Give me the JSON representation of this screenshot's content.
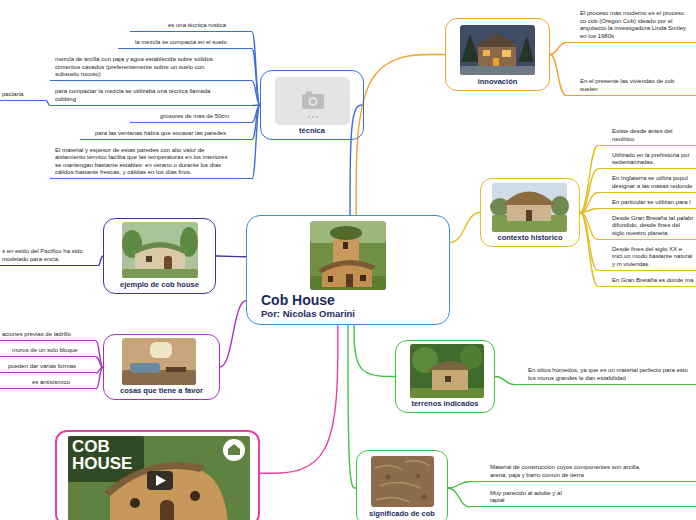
{
  "diagram": {
    "nodes": [
      {
        "text": [
          "Cob House",
          "Por: Nicolas Omarini"
        ]
      },
      {
        "text": [
          "técnica"
        ]
      },
      {
        "text": [
          "es una técnica rustica"
        ]
      },
      {
        "text": [
          "la mezcla se compacta en el suelo"
        ]
      },
      {
        "text": [
          "mezcla de arcilla con paja y agua establecida sobre sólidos cimientos cavados (preferentemente sobre un suelo con subsuelo rocoso)"
        ]
      },
      {
        "text": [
          "para compactar la mezcla se utilizaba una técnica llamada cobbing"
        ]
      },
      {
        "text": [
          "pactaria"
        ]
      },
      {
        "text": [
          "grosores de mas de 50cm"
        ]
      },
      {
        "text": [
          "para las ventanas había que excavar las paredes"
        ]
      },
      {
        "text": [
          "El material y espesor de estas paredes con alto valor de aislamiento térmico facilita que las temperaturas en los interiores se mantengan bastante estables: en verano o durante los días cálidos bastante frescas, y cálidas en los días fríos."
        ]
      },
      {
        "text": [
          "innovación"
        ]
      },
      {
        "text": [
          "El proceso más moderno es el proceso co cob (Oregon Cob) ideado por el arquitecto la investigadora Linda Smiley en los 1980s"
        ]
      },
      {
        "text": [
          "En el presente las viviendas de cob suelen"
        ]
      },
      {
        "text": [
          "contexto historico"
        ]
      },
      {
        "text": [
          "Existe desde antes del neolítico"
        ]
      },
      {
        "text": [
          "Utilizado en la prehistoria por sedentarizadas."
        ]
      },
      {
        "text": [
          "En Inglaterra se utiliza popul designar a las masas redonde"
        ]
      },
      {
        "text": [
          "En particular se utilizan para l"
        ]
      },
      {
        "text": [
          "Desde Gran Bretaña tal palabr difundido, desde fines del siglo nuestro planeta."
        ]
      },
      {
        "text": [
          "Desde fines del siglo XX e inici un modo bastante natural y m viviendas."
        ]
      },
      {
        "text": [
          "En Gran Bretaña es donde ma"
        ]
      },
      {
        "text": [
          "ejemplo de cob house"
        ]
      },
      {
        "text": [
          "s en estilo del Pacífico ha sido modelado para encia."
        ]
      },
      {
        "text": [
          "terrenos indicados"
        ]
      },
      {
        "text": [
          "En sitios húmedos, ya que es un material perfecto para esto los muros grandes le dan estabilidad"
        ]
      },
      {
        "text": [
          "cosas que tiene a favor"
        ]
      },
      {
        "text": [
          "aciones previas de ladrillo"
        ]
      },
      {
        "text": [
          "muros de un solo bloque"
        ]
      },
      {
        "text": [
          "pueden dar varias formas"
        ]
      },
      {
        "text": [
          "es antisísmico"
        ]
      },
      {
        "text": [
          "COB HOUSE"
        ]
      },
      {
        "text": [
          "significado de cob"
        ]
      },
      {
        "text": [
          "Material de construcción cuyos componentes son arcilla, arena, paja y barro común de tierra"
        ]
      },
      {
        "text": [
          "Muy parecido al adobe y al tapial"
        ]
      }
    ],
    "edges": [
      {
        "from": 0,
        "to": 1,
        "arrow": "none"
      },
      {
        "from": 0,
        "to": 10,
        "arrow": "none"
      },
      {
        "from": 0,
        "to": 13,
        "arrow": "none"
      },
      {
        "from": 0,
        "to": 21,
        "arrow": "none"
      },
      {
        "from": 0,
        "to": 23,
        "arrow": "none"
      },
      {
        "from": 0,
        "to": 25,
        "arrow": "none"
      },
      {
        "from": 0,
        "to": 30,
        "arrow": "none"
      },
      {
        "from": 0,
        "to": 31,
        "arrow": "none"
      },
      {
        "from": 1,
        "to": 2,
        "arrow": "none"
      },
      {
        "from": 1,
        "to": 3,
        "arrow": "none"
      },
      {
        "from": 1,
        "to": 4,
        "arrow": "none"
      },
      {
        "from": 1,
        "to": 5,
        "arrow": "none"
      },
      {
        "from": 1,
        "to": 7,
        "arrow": "none"
      },
      {
        "from": 1,
        "to": 8,
        "arrow": "none"
      },
      {
        "from": 1,
        "to": 9,
        "arrow": "none"
      },
      {
        "from": 5,
        "to": 6,
        "arrow": "none"
      },
      {
        "from": 10,
        "to": 11,
        "arrow": "none"
      },
      {
        "from": 10,
        "to": 12,
        "arrow": "none"
      },
      {
        "from": 13,
        "to": 14,
        "arrow": "none"
      },
      {
        "from": 13,
        "to": 15,
        "arrow": "none"
      },
      {
        "from": 13,
        "to": 16,
        "arrow": "none"
      },
      {
        "from": 13,
        "to": 17,
        "arrow": "none"
      },
      {
        "from": 13,
        "to": 18,
        "arrow": "none"
      },
      {
        "from": 13,
        "to": 19,
        "arrow": "none"
      },
      {
        "from": 13,
        "to": 20,
        "arrow": "none"
      },
      {
        "from": 21,
        "to": 22,
        "arrow": "none"
      },
      {
        "from": 23,
        "to": 24,
        "arrow": "none"
      },
      {
        "from": 25,
        "to": 26,
        "arrow": "none"
      },
      {
        "from": 25,
        "to": 27,
        "arrow": "none"
      },
      {
        "from": 25,
        "to": 28,
        "arrow": "none"
      },
      {
        "from": 25,
        "to": 29,
        "arrow": "none"
      },
      {
        "from": 31,
        "to": 32,
        "arrow": "none"
      },
      {
        "from": 31,
        "to": 33,
        "arrow": "none"
      }
    ]
  }
}
